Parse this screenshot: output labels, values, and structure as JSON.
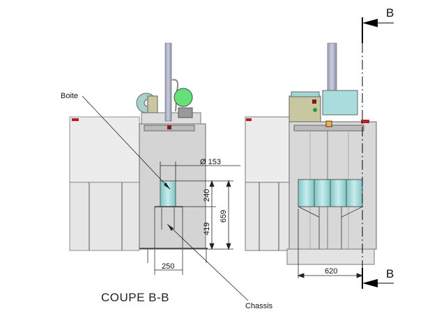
{
  "drawing": {
    "title": "COUPE B-B",
    "labels": {
      "boite": "Boite",
      "chassis": "Chassis"
    },
    "section_marker": {
      "top": "B",
      "bottom": "B"
    },
    "dimensions": {
      "diameter": "Ø 153",
      "height_box": "240",
      "height_chassis": "419",
      "height_total": "659",
      "width_chassis": "250",
      "width_machine": "620"
    },
    "colors": {
      "cyan": "#a9dcdc",
      "green": "#66e07a",
      "panel": "#e8e8e8",
      "body": "#d4d4d4",
      "red": "#b22222",
      "control_box": "#c9c7a0"
    }
  }
}
